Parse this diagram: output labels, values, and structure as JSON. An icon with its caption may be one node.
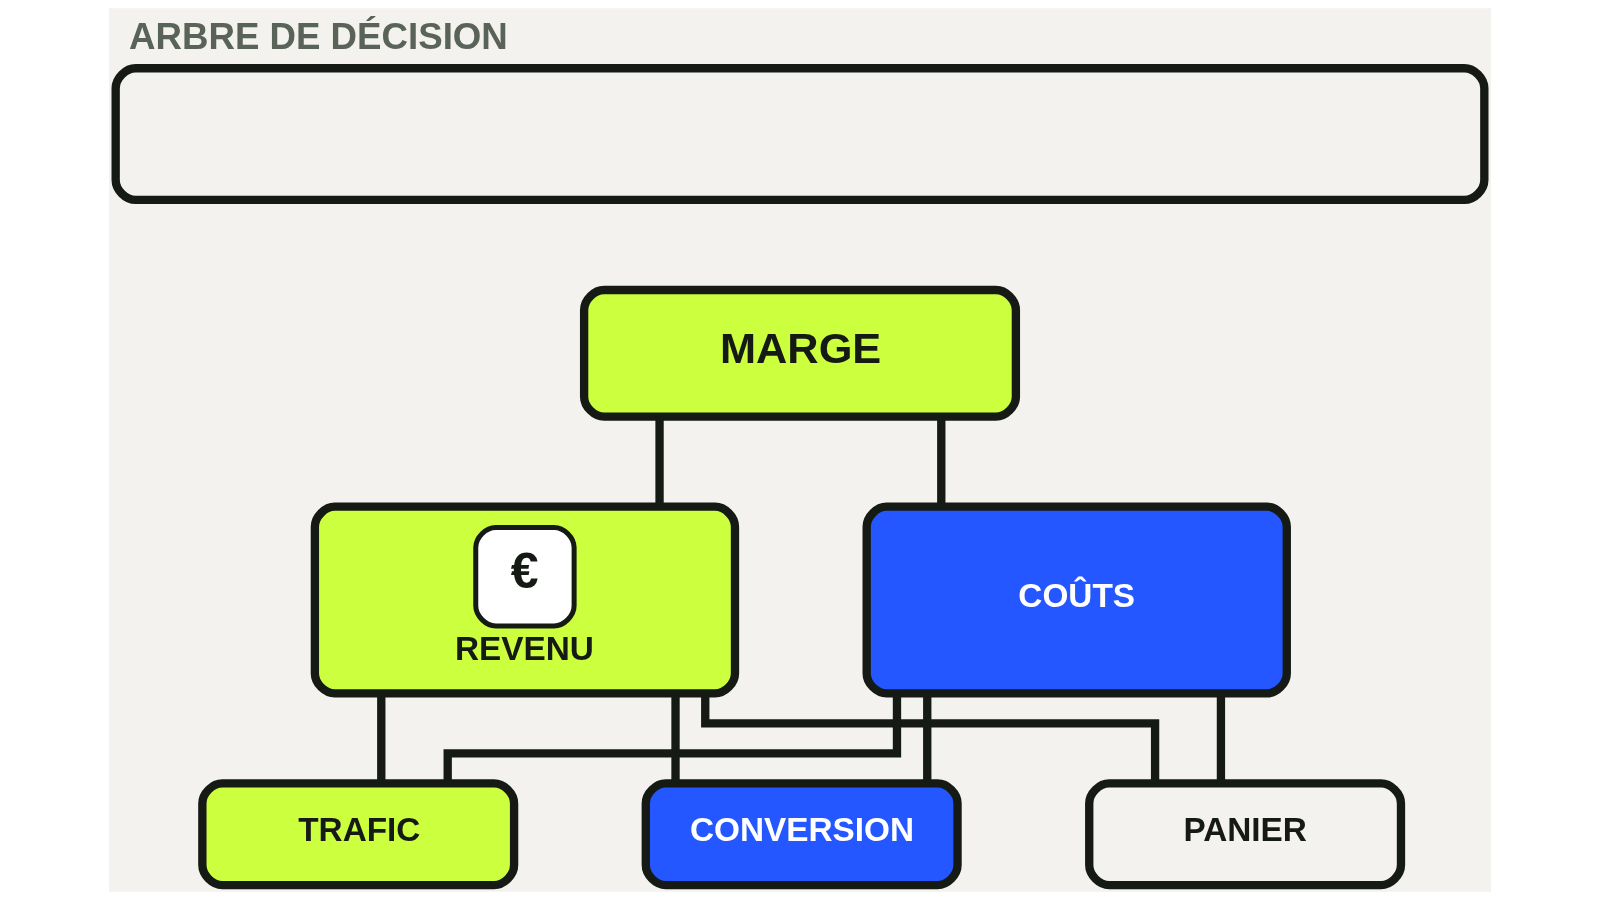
{
  "diagram": {
    "title": "ARBRE DE DÉCISION",
    "nodes": [
      {
        "text": [],
        "shape": "box"
      },
      {
        "text": [
          "MARGE"
        ]
      },
      {
        "text": [
          "€",
          "REVENU"
        ]
      },
      {
        "text": [
          "COÛTS"
        ]
      },
      {
        "text": [
          "TRAFIC"
        ]
      },
      {
        "text": [
          "CONVERSION"
        ]
      },
      {
        "text": [
          "PANIER"
        ]
      }
    ],
    "edges": [
      {
        "from": 1,
        "to": 2,
        "arrow": "none"
      },
      {
        "from": 1,
        "to": 3,
        "arrow": "none"
      },
      {
        "from": 2,
        "to": 4,
        "arrow": "none"
      },
      {
        "from": 2,
        "to": 5,
        "arrow": "none"
      },
      {
        "from": 2,
        "to": 6,
        "arrow": "none"
      },
      {
        "from": 3,
        "to": 4,
        "arrow": "none"
      },
      {
        "from": 3,
        "to": 5,
        "arrow": "none"
      },
      {
        "from": 3,
        "to": 6,
        "arrow": "none"
      }
    ]
  }
}
